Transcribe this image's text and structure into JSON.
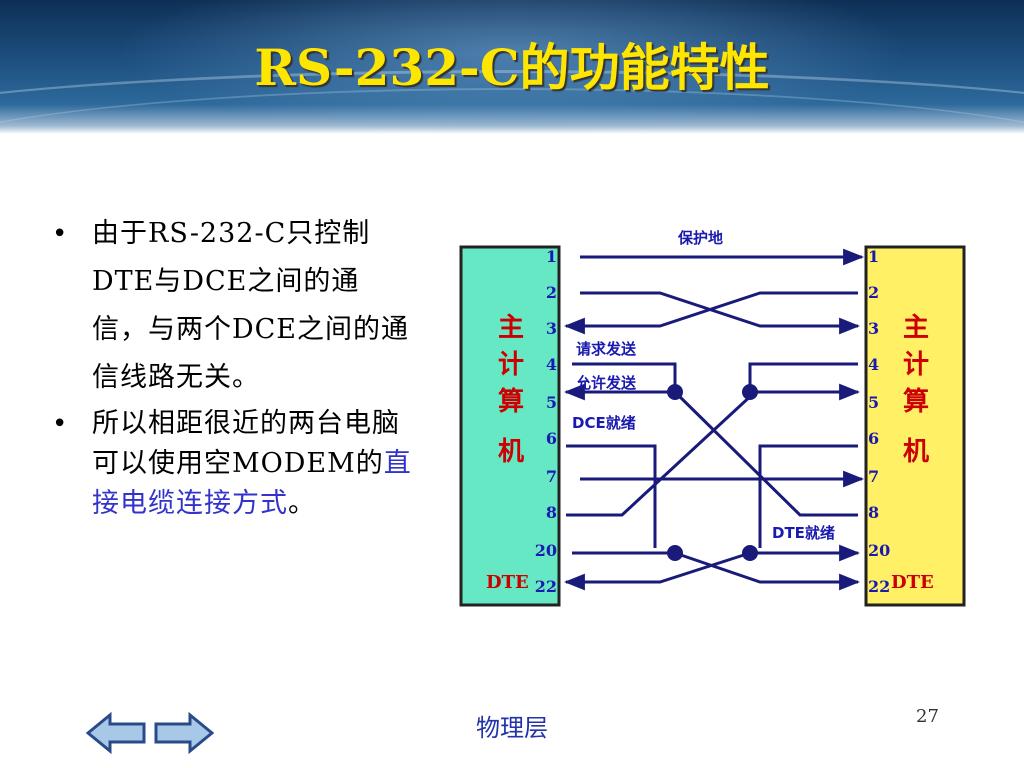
{
  "slide": {
    "title": "RS-232-C的功能特性",
    "footer": "物理层",
    "page_number": "27"
  },
  "bullets": [
    {
      "text": "由于RS-232-C只控制DTE与DCE之间的通信，与两个DCE之间的通信线路无关。"
    },
    {
      "text_plain": "所以相距很近的两台电脑可以使用空MODEM的",
      "text_highlight": "直接电缆连接方式",
      "text_end": "。"
    }
  ],
  "diagram": {
    "left_box": {
      "name": "主计算机",
      "role": "DTE",
      "color": "#66e8c4"
    },
    "right_box": {
      "name": "主计算机",
      "role": "DTE",
      "color": "#fff066"
    },
    "pins": [
      "1",
      "2",
      "3",
      "4",
      "5",
      "6",
      "7",
      "8",
      "20",
      "22"
    ],
    "labels": {
      "protective_ground": "保护地",
      "request_to_send": "请求发送",
      "clear_to_send": "允许发送",
      "dce_ready": "DCE就绪",
      "dte_ready": "DTE就绪"
    },
    "line_color": "#1a1a7a",
    "pin_color": "#1a1ab0"
  },
  "nav": {
    "prev_icon": "left-arrow-icon",
    "next_icon": "right-arrow-icon"
  }
}
